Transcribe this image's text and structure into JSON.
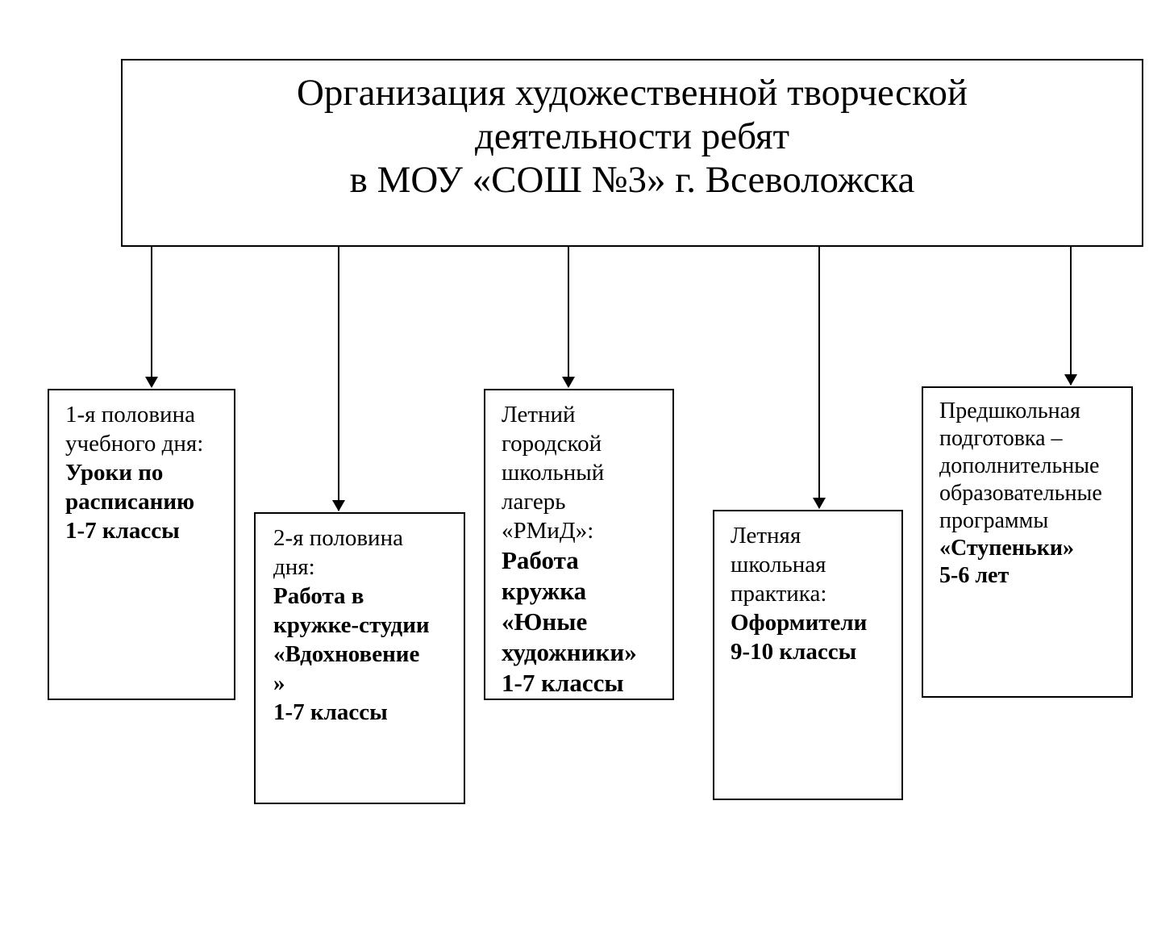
{
  "title": {
    "lines": [
      "Организация художественной творческой",
      "деятельности ребят",
      "в МОУ «СОШ №3» г. Всеволожска"
    ]
  },
  "nodes": [
    {
      "lines": [
        {
          "text": "1-я половина",
          "bold": false
        },
        {
          "text": "учебного дня:",
          "bold": false
        },
        {
          "text": "Уроки по",
          "bold": true
        },
        {
          "text": "расписанию",
          "bold": true
        },
        {
          "text": "1-7 классы",
          "bold": true
        }
      ]
    },
    {
      "lines": [
        {
          "text": "2-я половина",
          "bold": false
        },
        {
          "text": "дня:",
          "bold": false
        },
        {
          "text": "Работа в",
          "bold": true
        },
        {
          "text": "кружке-студии",
          "bold": true
        },
        {
          "text": "«Вдохновение",
          "bold": true
        },
        {
          "text": "»",
          "bold": true
        },
        {
          "text": "1-7 классы",
          "bold": true
        }
      ]
    },
    {
      "lines": [
        {
          "text": "Летний",
          "bold": false
        },
        {
          "text": "городской",
          "bold": false
        },
        {
          "text": "школьный",
          "bold": false
        },
        {
          "text": "лагерь",
          "bold": false
        },
        {
          "text": "«РМиД»:",
          "bold": false
        },
        {
          "text": "Работа",
          "bold": true
        },
        {
          "text": "кружка",
          "bold": true
        },
        {
          "text": "«Юные",
          "bold": true
        },
        {
          "text": "художники»",
          "bold": true
        },
        {
          "text": "1-7 классы",
          "bold": true
        }
      ]
    },
    {
      "lines": [
        {
          "text": "Летняя",
          "bold": false
        },
        {
          "text": "школьная",
          "bold": false
        },
        {
          "text": "практика:",
          "bold": false
        },
        {
          "text": "Оформители",
          "bold": true
        },
        {
          "text": "9-10 классы",
          "bold": true
        }
      ]
    },
    {
      "lines": [
        {
          "text": "Предшкольная",
          "bold": false
        },
        {
          "text": "подготовка –",
          "bold": false
        },
        {
          "text": "дополнительные",
          "bold": false
        },
        {
          "text": "образовательные",
          "bold": false
        },
        {
          "text": "программы",
          "bold": false
        },
        {
          "text": "«Ступеньки»",
          "bold": true
        },
        {
          "text": "5-6 лет",
          "bold": true
        }
      ]
    }
  ]
}
